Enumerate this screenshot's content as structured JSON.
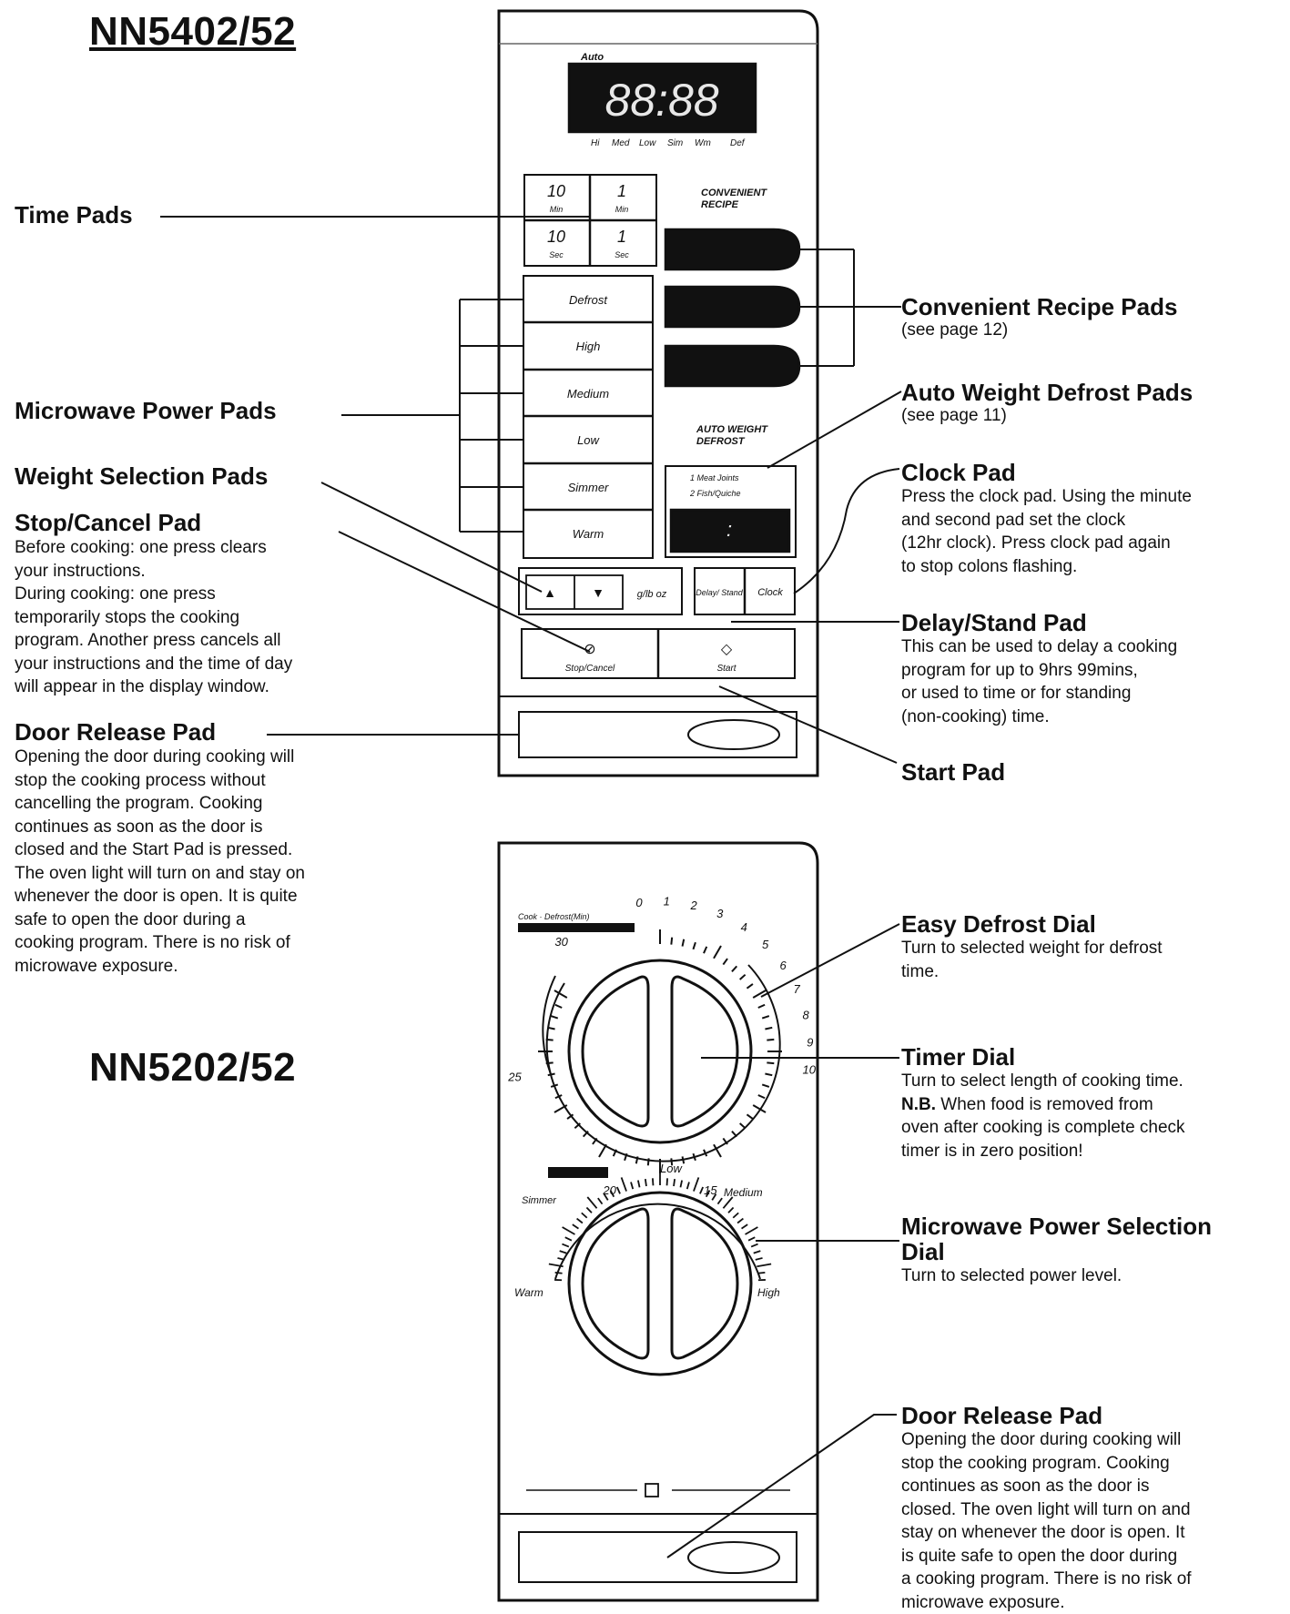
{
  "models": {
    "top": "NN5402/52",
    "bottom": "NN5202/52"
  },
  "left_labels": {
    "time_pads": "Time Pads",
    "power_pads": "Microwave Power Pads",
    "weight_pads": "Weight Selection Pads",
    "stop_cancel": {
      "title": "Stop/Cancel Pad",
      "lines": [
        "Before cooking: one press clears",
        "your instructions.",
        "During cooking: one press",
        "temporarily stops the cooking",
        "program. Another press cancels all",
        "your instructions and the time of day",
        "will appear in the display window."
      ]
    },
    "door_release": {
      "title": "Door Release Pad",
      "lines": [
        "Opening the door during cooking will",
        "stop the cooking process without",
        "cancelling the program. Cooking",
        "continues as soon as the door is",
        "closed and the Start Pad is pressed.",
        "The oven light will turn on and stay on",
        "whenever the door is open. It is quite",
        "safe to open the door during a",
        "cooking program. There is no risk of",
        "microwave exposure."
      ]
    }
  },
  "right_labels": {
    "convenient": {
      "title": "Convenient Recipe Pads",
      "sub": "(see page 12)"
    },
    "auto_weight": {
      "title": "Auto Weight Defrost Pads",
      "sub": "(see page 11)"
    },
    "clock": {
      "title": "Clock Pad",
      "lines": [
        "Press the clock pad. Using the minute",
        "and second pad set the clock",
        "(12hr clock). Press clock pad again",
        "to stop colons flashing."
      ]
    },
    "delay_stand": {
      "title": "Delay/Stand Pad",
      "lines": [
        "This can be used to delay a cooking",
        "program for up to 9hrs 99mins,",
        "or used to time or for standing",
        "(non-cooking) time."
      ]
    },
    "start": {
      "title": "Start Pad"
    },
    "easy_defrost": {
      "title": "Easy Defrost Dial",
      "lines": [
        "Turn to selected weight for defrost",
        "time."
      ]
    },
    "timer": {
      "title": "Timer Dial",
      "lines": [
        "Turn to select length of cooking time.",
        "When food is removed from",
        "oven after cooking is complete check",
        "timer is in zero position!"
      ],
      "nb": "N.B."
    },
    "power_dial": {
      "title_lines": [
        "Microwave Power Selection",
        "Dial"
      ],
      "sub": "Turn to selected power level."
    },
    "door_release2": {
      "title": "Door Release Pad",
      "lines": [
        "Opening the door during cooking will",
        "stop the cooking program. Cooking",
        "continues as soon as the door is",
        "closed. The oven light will turn on and",
        "stay on whenever the door is open. It",
        "is quite safe to open the door during",
        "a cooking program. There is no risk of",
        "microwave exposure."
      ]
    }
  },
  "panel_top": {
    "display": {
      "digits": "88:88",
      "indicators": [
        "Auto",
        "Hi",
        "Med",
        "Low",
        "Sim",
        "Wm",
        "Def"
      ]
    },
    "time_pads": [
      {
        "num": "10",
        "unit": "Min"
      },
      {
        "num": "1",
        "unit": "Min"
      },
      {
        "num": "10",
        "unit": "Sec"
      },
      {
        "num": "1",
        "unit": "Sec"
      }
    ],
    "power_pads": [
      "Defrost",
      "High",
      "Medium",
      "Low",
      "Simmer",
      "Warm"
    ],
    "convenient_label": [
      "CONVENIENT",
      "RECIPE"
    ],
    "auto_weight_label": [
      "AUTO WEIGHT",
      "DEFROST"
    ],
    "auto_weight_items": [
      "1  Meat Joints",
      "2  Fish/Quiche"
    ],
    "auto_weight_display": ":",
    "weight_pad": {
      "up": "▲",
      "down": "▼",
      "unit": "g/lb oz"
    },
    "delay_stand": "Delay/ Stand",
    "clock": "Clock",
    "stop_cancel": "Stop/Cancel",
    "start": "Start"
  },
  "panel_bottom": {
    "defrost_header": "Cook · Defrost(Min)",
    "defrost_ticks": [
      "0",
      "1",
      "2",
      "3",
      "4",
      "5",
      "6",
      "7",
      "8",
      "9",
      "10"
    ],
    "timer_ticks": [
      "30",
      "25",
      "20",
      "15"
    ],
    "power_positions": [
      "Low",
      "Simmer",
      "Medium",
      "Warm",
      "High"
    ]
  }
}
